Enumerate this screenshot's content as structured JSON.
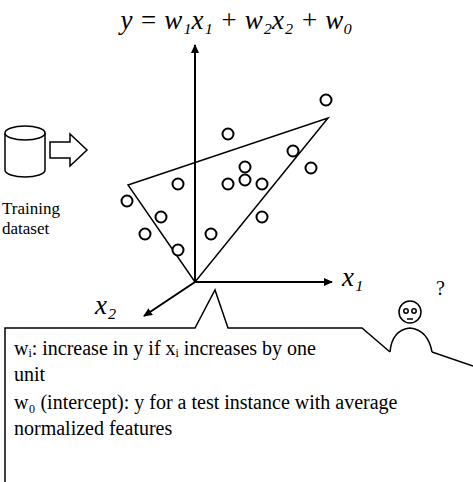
{
  "diagram": {
    "title": "y = w₁x₁ + w₂x₂ + w₀",
    "nodes": [
      {
        "text": [
          "wᵢ: increase in y if xᵢ increases by one unit",
          "w₀ (intercept): y for a test instance with average normalized features"
        ]
      }
    ],
    "labels": [
      "Training dataset",
      "x₂",
      "x₁",
      "?"
    ]
  }
}
